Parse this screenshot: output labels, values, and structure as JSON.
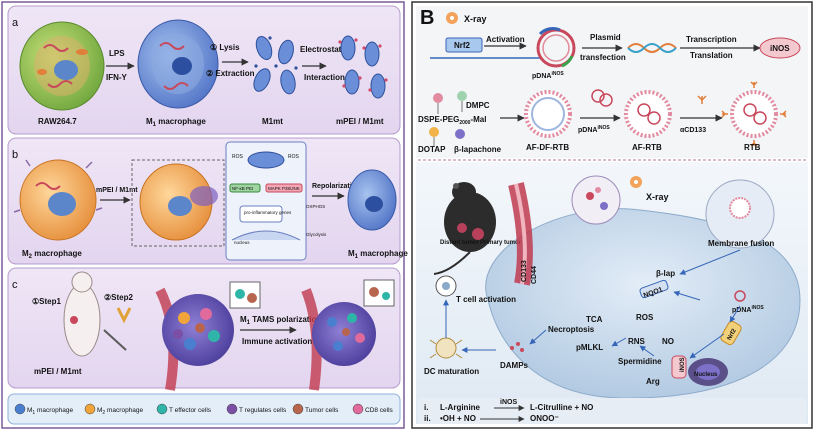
{
  "panelA": {
    "letter": "A",
    "a": {
      "sub": "a",
      "arrow1_top": "LPS",
      "arrow1_bottom": "IFN-Y",
      "step1": "① Lysis",
      "step2": "② Extraction",
      "arrow3_top": "Electrostatic",
      "arrow3_bottom": "Interaction",
      "label_raw": "RAW264.7",
      "label_m1": "M",
      "label_m1_sub": "1",
      "label_m1_rest": " macrophage",
      "label_m1mt": "M1mt",
      "label_mpei": "mPEI / M1mt"
    },
    "b": {
      "sub": "b",
      "arrow_label": "mPEI / M1mt",
      "label_m2": "M",
      "label_m2_sub": "2",
      "label_m2_rest": " macrophage",
      "repolarization": "Repolarization",
      "label_m1": "M",
      "label_m1_sub": "1",
      "label_m1_rest": " macrophage",
      "ros": "ROS",
      "nfkb": "NF-κB PEI",
      "mapk": "MAPK P38/JNK",
      "oxphos": "OXPHOS",
      "glycolysis": "Glycolysis",
      "proinflam": "pro-inflammatory genes",
      "nucleus": "nucleus"
    },
    "c": {
      "sub": "c",
      "step1": "①Step1",
      "step2": "②Step2",
      "mpei": "mPEI / M1mt",
      "tams_pre": "M",
      "tams_sub": "1",
      "tams_rest": " TAMS polarization",
      "immune": "Immune activation"
    },
    "legend": [
      {
        "pre": "M",
        "sub": "1",
        "rest": " macrophage",
        "color": "#4a7fd0"
      },
      {
        "pre": "M",
        "sub": "2",
        "rest": " macrophage",
        "color": "#f0a43a"
      },
      {
        "pre": "T effector cells",
        "sub": "",
        "rest": "",
        "color": "#2fb5a8"
      },
      {
        "pre": "T regulates cells",
        "sub": "",
        "rest": "",
        "color": "#7c4fa6"
      },
      {
        "pre": "Tumor cells",
        "sub": "",
        "rest": "",
        "color": "#b8654f"
      },
      {
        "pre": "CD8 cells",
        "sub": "",
        "rest": "",
        "color": "#e06a9c"
      }
    ]
  },
  "panelB": {
    "letter": "B",
    "xray": "X-ray",
    "nrf2": "Nrf2",
    "activation": "Activation",
    "pdna": "pDNA",
    "inos_sup": "iNOS",
    "plasmid": "Plasmid",
    "transfection": "transfection",
    "transcription": "Transcription",
    "translation": "Translation",
    "inos": "iNOS",
    "dmpc": "DMPC",
    "dspe": "DSPE-PEG",
    "dspe_sub": "2000",
    "dspe_rest": "-Mal",
    "dotap": "DOTAP",
    "blap": "β-lapachone",
    "afdf": "AF-DF-RTB",
    "afrtb": "AF-RTB",
    "acd": "αCD133",
    "rtb": "RTB",
    "distant": "Distant tumor",
    "primary": "Primary tumor",
    "membrane": "Membrane fusion",
    "tcell": "T cell activation",
    "cd133": "CD133",
    "cd44": "CD44",
    "blap2": "β-lap",
    "nqo1": "NQO1",
    "pdna2": "pDNA",
    "necroptosis": "Necroptosis",
    "tca": "TCA",
    "ros": "ROS",
    "rns": "RNS",
    "no": "NO",
    "pmlkl": "pMLKL",
    "dc": "DC maturation",
    "damps": "DAMPs",
    "spermidine": "Spermidine",
    "arg": "Arg",
    "nucleus": "Nucleus",
    "eq1_num": "i.",
    "eq1_left": "L-Arginine",
    "eq1_enzyme": "iNOS",
    "eq1_right": "L-Citrulline + NO",
    "eq2_num": "ii.",
    "eq2_left": "•OH + NO",
    "eq2_right": "ONOO⁻"
  }
}
